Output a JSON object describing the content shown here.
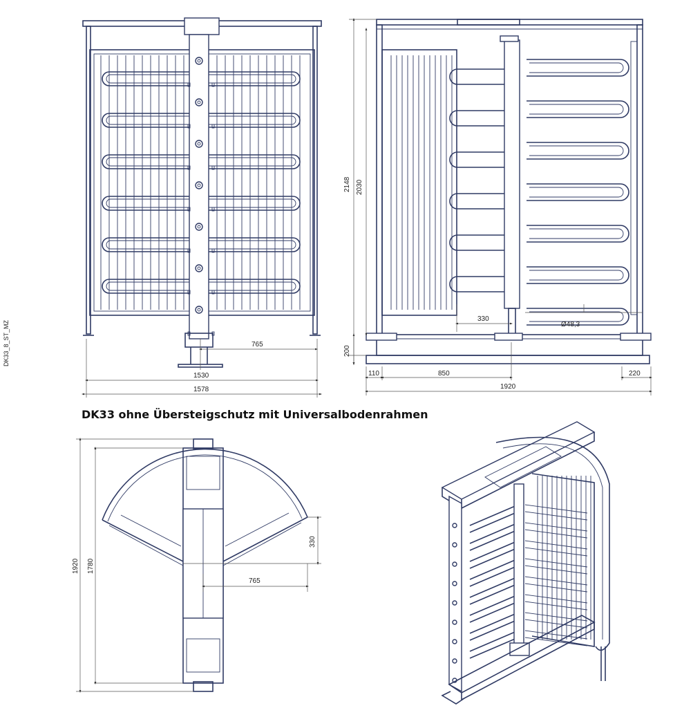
{
  "drawing_code": "DK33_8_ST_MZ",
  "caption": "DK33 ohne Übersteigschutz mit Universalbodenrahmen",
  "front_view": {
    "dim_765": "765",
    "dim_1530": "1530",
    "dim_1578": "1578"
  },
  "side_view": {
    "dim_2148": "2148",
    "dim_2030": "2030",
    "dim_200": "200",
    "dim_330": "330",
    "dim_d48": "Ø48,3",
    "dim_110": "110",
    "dim_850": "850",
    "dim_220": "220",
    "dim_1920": "1920"
  },
  "top_view": {
    "dim_1920": "1920",
    "dim_1780": "1780",
    "dim_330": "330",
    "dim_765": "765"
  },
  "colors": {
    "line": "#2f3a64",
    "dimension": "#555555",
    "background": "#ffffff"
  }
}
